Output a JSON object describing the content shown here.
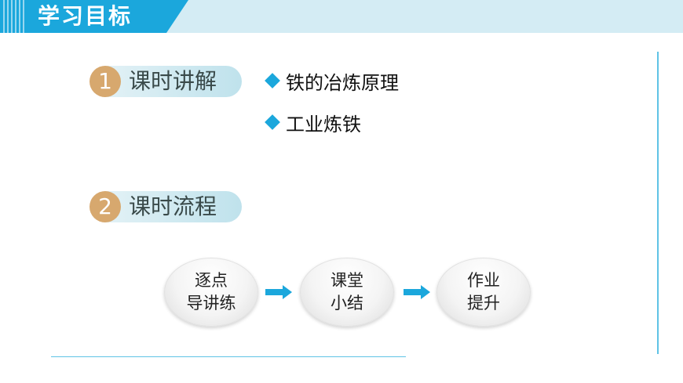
{
  "header": {
    "title": "学习目标"
  },
  "sections": [
    {
      "number": "1",
      "label": "课时讲解"
    },
    {
      "number": "2",
      "label": "课时流程"
    }
  ],
  "bullets": [
    "铁的冶炼原理",
    "工业炼铁"
  ],
  "flow": [
    {
      "line1": "逐点",
      "line2": "导讲练"
    },
    {
      "line1": "课堂",
      "line2": "小结"
    },
    {
      "line1": "作业",
      "line2": "提升"
    }
  ],
  "colors": {
    "accent": "#1ba7dc",
    "header_band": "#d4ecf4",
    "badge": "#d7a86e"
  },
  "icons": {
    "bullet": "diamond-bullet-icon",
    "arrow": "right-arrow-icon"
  }
}
